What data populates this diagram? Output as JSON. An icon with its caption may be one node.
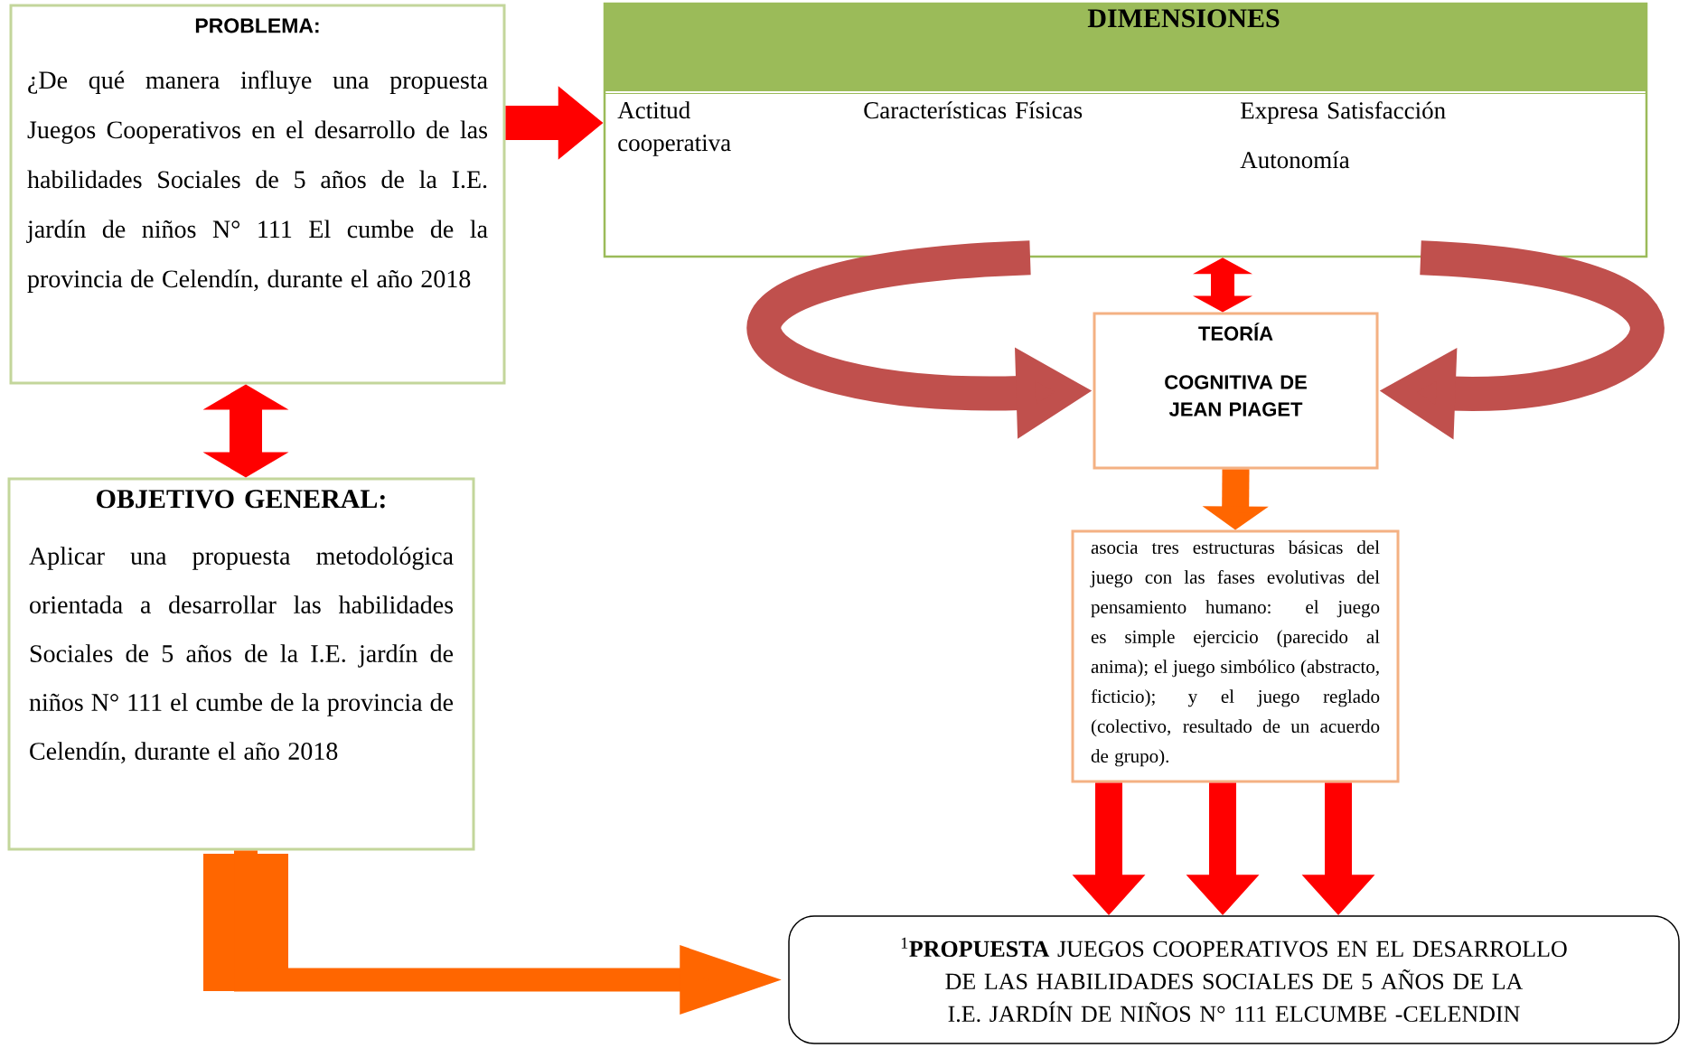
{
  "diagram": {
    "nodes": [
      {
        "text": [
          "PROBLEMA:",
          "¿De qué manera influye una propuesta Juegos Cooperativos en el desarrollo de las habilidades Sociales de 5 años de la I.E. jardín de niños N° 111 El cumbe de la provincia de Celendín, durante el año 2018"
        ]
      },
      {
        "text": [
          "OBJETIVO GENERAL:",
          "Aplicar una propuesta metodológica orientada a desarrollar las habilidades Sociales de 5 años de la I.E. jardín de niños N° 111 el cumbe de la provincia de Celendín, durante el año 2018"
        ]
      },
      {
        "text": [
          "DIMENSIONES",
          "Actitud cooperativa",
          "Características Físicas",
          "Expresa Satisfacción",
          "Autonomía"
        ]
      },
      {
        "text": [
          "TEORÍA",
          "COGNITIVA DE JEAN PIAGET"
        ]
      },
      {
        "text": [
          "asocia tres estructuras básicas del juego con las fases evolutivas del pensamiento humano: el juego es simple ejercicio (parecido al anima); el juego simbólico (abstracto, ficticio); y el juego reglado (colectivo, resultado de un acuerdo de grupo)."
        ]
      },
      {
        "text": [
          "$^{1}$**PROPUESTA** JUEGOS COOPERATIVOS EN EL DESARROLLO DE LAS HABILIDADES SOCIALES DE 5 AÑOS DE LA I.E. JARDÍN DE NIÑOS N° 111 ELCUMBE -CELENDIN"
        ]
      }
    ],
    "edges": [
      {
        "from": 0,
        "to": 2,
        "arrow": "to"
      },
      {
        "from": 0,
        "to": 1,
        "arrow": "both"
      },
      {
        "from": 2,
        "to": 3,
        "arrow": "both"
      },
      {
        "from": 2,
        "to": 3,
        "arrow": "to",
        "color": "#c0504d"
      },
      {
        "from": 2,
        "to": 3,
        "arrow": "to",
        "color": "#c0504d"
      },
      {
        "from": 3,
        "to": 4,
        "arrow": "to",
        "color": "#ff6600"
      },
      {
        "from": 4,
        "to": 5,
        "arrow": "to"
      },
      {
        "from": 4,
        "to": 5,
        "arrow": "to"
      },
      {
        "from": 4,
        "to": 5,
        "arrow": "to"
      },
      {
        "from": 1,
        "to": 5,
        "arrow": "to",
        "color": "#ff6600"
      }
    ]
  }
}
